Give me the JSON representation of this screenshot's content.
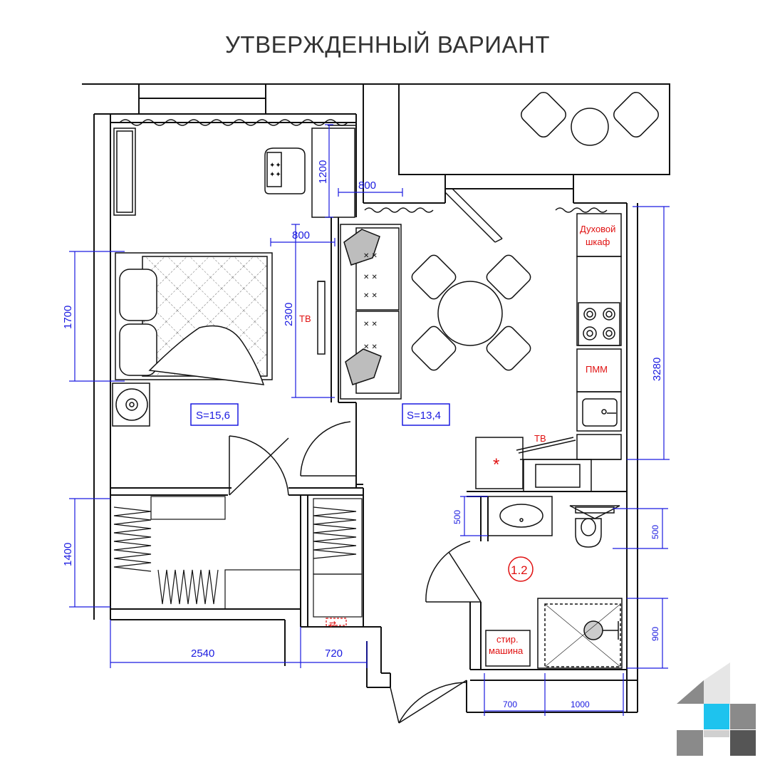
{
  "title": "УТВЕРЖДЕННЫЙ ВАРИАНТ",
  "colors": {
    "dimension": "#1a1ae0",
    "label": "#e01010",
    "wall": "#111111",
    "logo_blue": "#1ec3ee",
    "logo_gray": "#8a8a8a"
  },
  "dimensions": {
    "d1200": "1200",
    "d800_top": "800",
    "d800_left": "800",
    "d2300": "2300",
    "d1700": "1700",
    "d3280": "3280",
    "d1400": "1400",
    "d500_left": "500",
    "d500_right": "500",
    "d900": "900",
    "d2540": "2540",
    "d720": "720",
    "d700": "700",
    "d1000": "1000"
  },
  "labels": {
    "tv_living": "ТВ",
    "tv_kitchen": "ТВ",
    "oven_line1": "Духовой",
    "oven_line2": "шкаф",
    "dishwasher": "ПММ",
    "washer_line1": "стир.",
    "washer_line2": "машина",
    "bathroom_number": "1.2",
    "asterisk": "*"
  },
  "areas": {
    "bedroom": "S=15,6",
    "living": "S=13,4"
  },
  "icons": [
    "armchair-icon",
    "bed-icon",
    "sofa-icon",
    "dining-table-icon",
    "stove-icon",
    "sink-icon",
    "toilet-icon",
    "shower-icon",
    "washing-machine-icon",
    "wardrobe-icon",
    "logo-icon"
  ]
}
